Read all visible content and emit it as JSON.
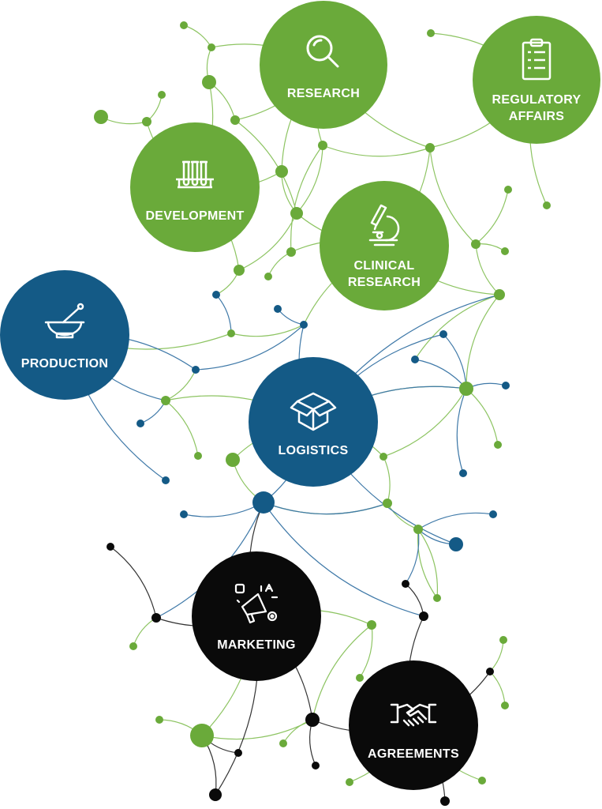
{
  "colors": {
    "green": "#6aaa3a",
    "blue": "#145a86",
    "black": "#0a0a0a",
    "green_line": "#8dc462",
    "blue_line": "#3f79a8",
    "black_line": "#333333",
    "white": "#ffffff"
  },
  "hubs": [
    {
      "id": "research",
      "label": "RESEARCH",
      "color": "green",
      "icon": "magnifier-icon"
    },
    {
      "id": "regulatory",
      "label": "REGULATORY\nAFFAIRS",
      "color": "green",
      "icon": "clipboard-icon"
    },
    {
      "id": "development",
      "label": "DEVELOPMENT",
      "color": "green",
      "icon": "test-tubes-icon"
    },
    {
      "id": "clinical",
      "label": "CLINICAL\nRESEARCH",
      "color": "green",
      "icon": "microscope-icon"
    },
    {
      "id": "production",
      "label": "PRODUCTION",
      "color": "blue",
      "icon": "mortar-pestle-icon"
    },
    {
      "id": "logistics",
      "label": "LOGISTICS",
      "color": "blue",
      "icon": "open-box-icon"
    },
    {
      "id": "marketing",
      "label": "MARKETING",
      "color": "black",
      "icon": "megaphone-icon"
    },
    {
      "id": "agreements",
      "label": "AGREEMENTS",
      "color": "black",
      "icon": "handshake-icon"
    }
  ]
}
